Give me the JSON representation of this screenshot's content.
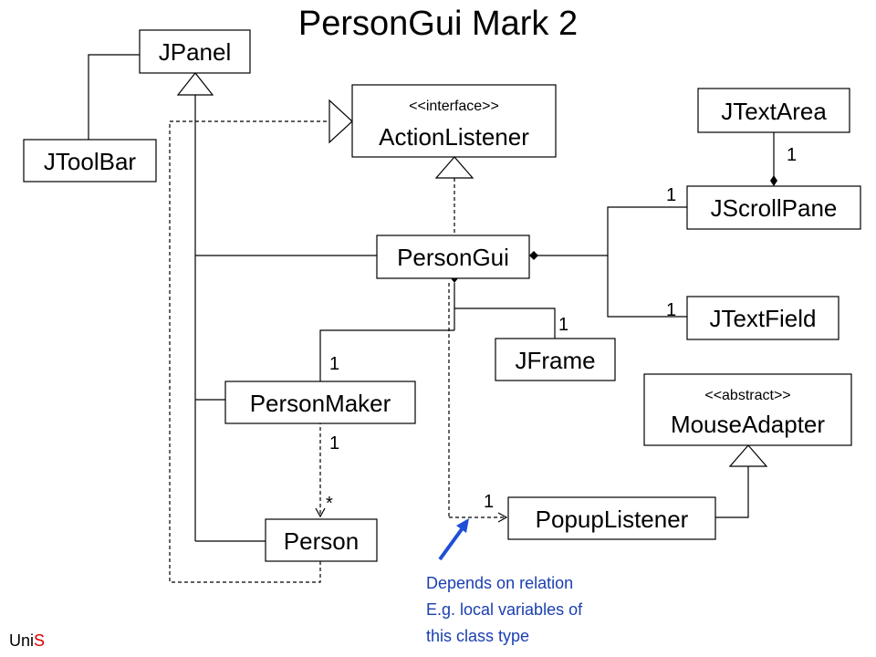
{
  "title": "PersonGui Mark 2",
  "classes": {
    "jpanel": "JPanel",
    "jtoolbar": "JToolBar",
    "actionlistener": {
      "stereotype": "<<interface>>",
      "name": "ActionListener"
    },
    "jtextarea": "JTextArea",
    "jscrollpane": "JScrollPane",
    "persongui": "PersonGui",
    "jtextfield": "JTextField",
    "jframe": "JFrame",
    "personmaker": "PersonMaker",
    "mouseadapter": {
      "stereotype": "<<abstract>>",
      "name": "MouseAdapter"
    },
    "person": "Person",
    "popuplistener": "PopupListener"
  },
  "multiplicities": {
    "textarea": "1",
    "scrollpane": "1",
    "textfield": "1",
    "jframe": "1",
    "personmaker_top": "1",
    "personmaker_bottom": "1",
    "person_star": "*",
    "popup": "1"
  },
  "note": {
    "line1": "Depends on relation",
    "line2": "E.g. local variables of",
    "line3": "this class type"
  },
  "logo": {
    "part1": "Uni",
    "part2": "S"
  },
  "colors": {
    "note": "#1a3fb0",
    "arrow": "#1f4fd8",
    "logo_accent": "#d40000"
  }
}
